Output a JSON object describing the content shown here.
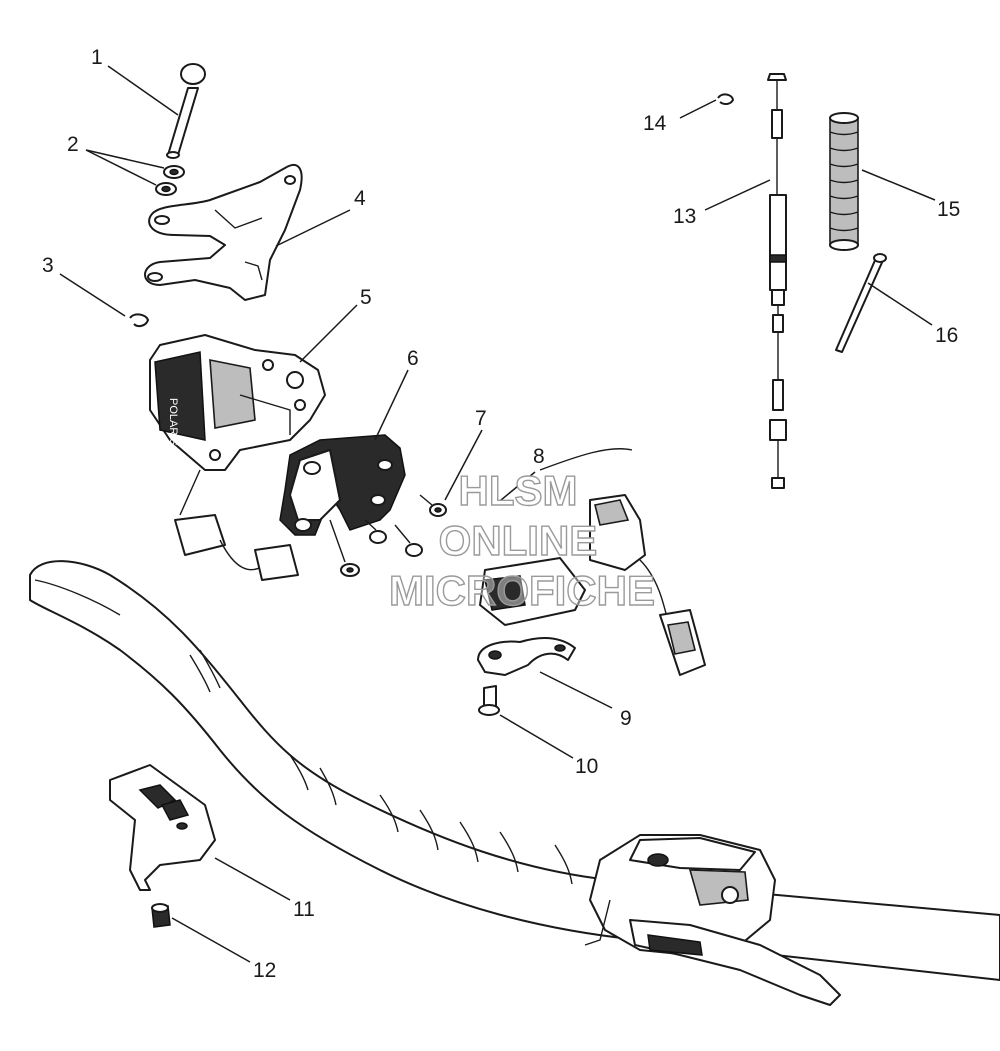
{
  "diagram": {
    "callouts": [
      {
        "id": "1",
        "label": "1"
      },
      {
        "id": "2",
        "label": "2"
      },
      {
        "id": "3",
        "label": "3"
      },
      {
        "id": "4",
        "label": "4"
      },
      {
        "id": "5",
        "label": "5"
      },
      {
        "id": "6",
        "label": "6"
      },
      {
        "id": "7",
        "label": "7"
      },
      {
        "id": "8",
        "label": "8"
      },
      {
        "id": "9",
        "label": "9"
      },
      {
        "id": "10",
        "label": "10"
      },
      {
        "id": "11",
        "label": "11"
      },
      {
        "id": "12",
        "label": "12"
      },
      {
        "id": "13",
        "label": "13"
      },
      {
        "id": "14",
        "label": "14"
      },
      {
        "id": "15",
        "label": "15"
      },
      {
        "id": "16",
        "label": "16"
      }
    ],
    "watermark": {
      "line1": "HLSM",
      "line2": "ONLINE",
      "line3": "MICROFICHE"
    },
    "stamped_text": "POLARIS"
  }
}
